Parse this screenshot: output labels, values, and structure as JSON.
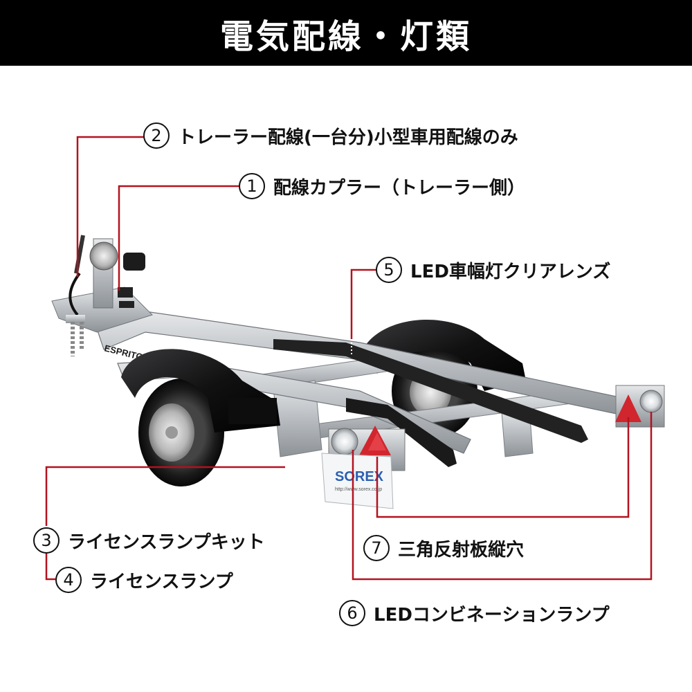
{
  "header": {
    "title": "電気配線・灯類"
  },
  "colors": {
    "accent_line": "#b3121f",
    "header_bg": "#000000",
    "text": "#111111"
  },
  "callouts": [
    {
      "num": "2",
      "text": "トレーラー配線(一台分)小型車用配線のみ"
    },
    {
      "num": "1",
      "text": "配線カプラー（トレーラー側）"
    },
    {
      "num": "5",
      "text": "LED車幅灯クリアレンズ"
    },
    {
      "num": "3",
      "text": "ライセンスランプキット"
    },
    {
      "num": "4",
      "text": "ライセンスランプ"
    },
    {
      "num": "7",
      "text": "三角反射板縦穴"
    },
    {
      "num": "6",
      "text": "LEDコンビネーションランプ"
    }
  ],
  "trailer": {
    "side_label": "ESPRITO",
    "plate_brand": "SOREX",
    "plate_url": "http://www.sorex.co.jp"
  }
}
